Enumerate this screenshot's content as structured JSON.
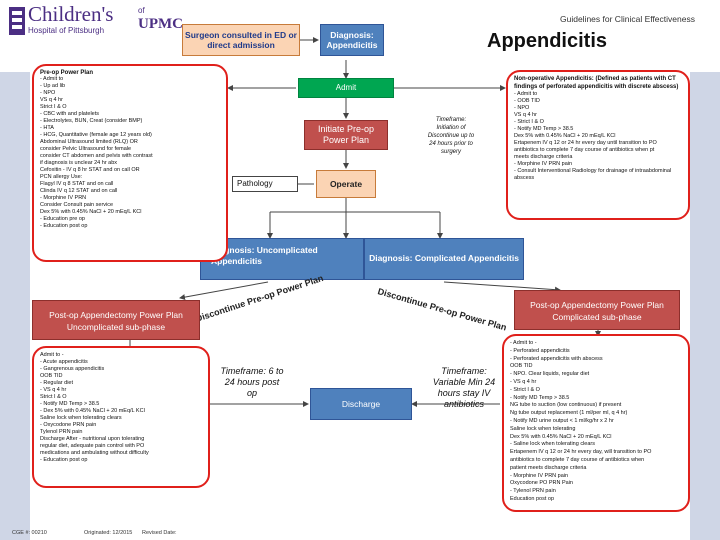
{
  "logo": {
    "childrens": "Children's",
    "hospital": "Hospital of Pittsburgh",
    "of": "of",
    "upmc": "UPMC"
  },
  "header": {
    "guidelines": "Guidelines for Clinical Effectiveness",
    "title": "Appendicitis"
  },
  "flow": {
    "surgeon": "Surgeon consulted in ED or direct admission",
    "diagnosis": "Diagnosis: Appendicitis",
    "admit": "Admit",
    "initiate": "Initiate Pre-op Power Plan",
    "pathology": "Pathology",
    "operate": "Operate",
    "uncomplicated": "Diagnosis: Uncomplicated Appendicitis",
    "complicated": "Diagnosis: Complicated Appendicitis",
    "postop_uncomp": "Post-op Appendectomy Power Plan Uncomplicated sub-phase",
    "postop_comp": "Post-op Appendectomy Power Plan Complicated sub-phase",
    "discharge": "Discharge",
    "discontinue": "Discontinue Pre-op Power Plan"
  },
  "timeframes": {
    "preop": "Timeframe: Initiation of Discontinue up to 24 hours prior to surgery",
    "uncomp": "Timeframe: 6 to 24 hours post op",
    "comp": "Timeframe: Variable Min 24 hours stay IV antibiotics"
  },
  "preop_plan": {
    "title": "Pre-op Power Plan",
    "items": [
      "- Admit to",
      "- Up ad lib",
      "- NPO",
      "  VS q 4 hr",
      "  Strict I & O",
      "- CBC with and platelets",
      "- Electrolytes, BUN, Creat (consider BMP)",
      "- HTA",
      "- HCG, Quantitative (female age 12 years old)",
      "  Abdominal Ultrasound limited (RLQ)    OR",
      "  consider Pelvic Ultrasound for female",
      "  consider CT abdomen and pelvis with contrast",
      "  if diagnosis is unclear 24 hr abx",
      "  Cefoxitin - IV q 8 hr STAT and on call OR",
      "  PCN allergy Use:",
      "      Flagyl IV q 8 STAT and on call",
      "      Clinda IV q 12 STAT and on call",
      "- Morphine IV PRN",
      "  Consider Consult pain service",
      "  Dex 5% with 0.45% NaCl + 20 mEq/L KCl",
      "- Education pre op",
      "- Education post op"
    ]
  },
  "nonop_plan": {
    "title": "Non-operative Appendicitis: (Defined as patients with CT findings of perforated appendicitis with discrete abscess)",
    "items": [
      "- Admit to",
      "- OOB TID",
      "- NPO",
      "  VS q 4 hr",
      "- Strict I & O",
      "- Notify MD Temp > 38.5",
      "  Dex 5% with 0.45% NaCl + 20 mEq/L KCl",
      "  Ertapenem IV q 12 or 24 hr every day until transition to PO",
      "  antibiotics to complete 7 day course of antibiotics when pt",
      "  meets discharge criteria",
      "- Morphine IV PRN pain",
      "- Consult Interventional Radiology for drainage of intraabdominal",
      "  abscess"
    ]
  },
  "uncomp_orders": {
    "items": [
      "Admit to -",
      "     - Acute appendicitis",
      "     - Gangrenous appendicitis",
      "",
      "OOB TID",
      "- Regular diet",
      "- VS q 4 hr",
      "  Strict I & O",
      "- Notify MD Temp > 38.5",
      "- Dex 5% with 0.45% NaCl + 20 mEq/L KCl",
      "  Saline lock when tolerating clears",
      "- Oxycodone PRN pain",
      "  Tylenol PRN pain",
      "  Discharge After - nutritional upon tolerating",
      "  regular diet, adequate pain control with PO",
      "  medications and ambulating without difficulty",
      "- Education post op"
    ]
  },
  "comp_orders": {
    "items": [
      "- Admit to -",
      "     - Perforated appendicitis",
      "     - Perforated appendicitis with abscess",
      "OOB TID",
      "- NPO. Clear liquids, regular diet",
      "- VS q 4 hr",
      "- Strict I & O",
      "- Notify MD Temp > 38.5",
      "  NG tube to suction (low continuous) if present",
      "  Ng tube output replacement (1 ml/per ml, q 4 hr)",
      "- Notify MD urine output < 1 ml/kg/hr x 2 hr",
      "  Saline lock when tolerating",
      "  Dex 5% with 0.45% NaCl + 20 mEq/L KCl",
      "- Saline lock when tolerating clears",
      "  Ertapenem IV q 12 or 24 hr every day, will transition to PO",
      "  antibiotics to complete 7 day course of antibiotics when",
      "  patient meets discharge criteria",
      "- Morphine IV PRN pain",
      "  Oxycodone PO PRN Pain",
      "- Tylenol PRN pain",
      "  Education post op"
    ]
  },
  "footer": {
    "code": "CGE #: 00210",
    "originated": "Originated: 12/2015",
    "revised": "Revised Date:"
  },
  "colors": {
    "band": "#cfd6e6",
    "orange": "#fbd4b4",
    "blue": "#4f81bd",
    "green": "#00a651",
    "red": "#c0504d",
    "frame": "#e0201b"
  }
}
